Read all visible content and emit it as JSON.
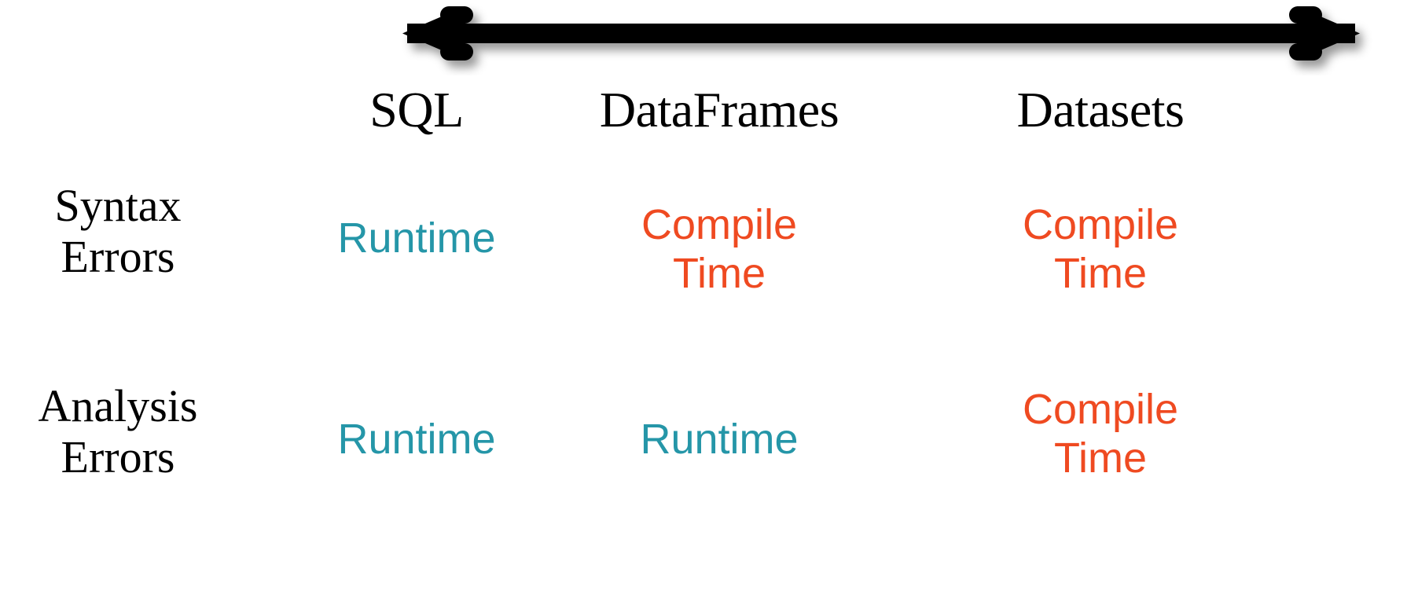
{
  "figure": {
    "type": "table",
    "arrow": {
      "name": "spectrum-double-arrow",
      "direction": "bidirectional",
      "color": "#000000"
    },
    "colors": {
      "runtime": "#2596A8",
      "compile_time": "#EF4A21",
      "text": "#000000",
      "background": "#FFFFFF"
    },
    "column_headers": [
      {
        "label": "SQL"
      },
      {
        "label": "DataFrames"
      },
      {
        "label": "Datasets"
      }
    ],
    "rows": [
      {
        "label_line1": "Syntax",
        "label_line2": "Errors",
        "cells": [
          {
            "text": "Runtime",
            "kind": "runtime"
          },
          {
            "text": "Compile\nTime",
            "kind": "compile"
          },
          {
            "text": "Compile\nTime",
            "kind": "compile"
          }
        ]
      },
      {
        "label_line1": "Analysis",
        "label_line2": "Errors",
        "cells": [
          {
            "text": "Runtime",
            "kind": "runtime"
          },
          {
            "text": "Runtime",
            "kind": "runtime"
          },
          {
            "text": "Compile\nTime",
            "kind": "compile"
          }
        ]
      }
    ]
  },
  "chart_data": {
    "type": "table",
    "title": "",
    "categories": [
      "SQL",
      "DataFrames",
      "Datasets"
    ],
    "row_categories": [
      "Syntax Errors",
      "Analysis Errors"
    ],
    "values": [
      [
        "Runtime",
        "Compile Time",
        "Compile Time"
      ],
      [
        "Runtime",
        "Runtime",
        "Compile Time"
      ]
    ],
    "legend": [
      "Runtime",
      "Compile Time"
    ],
    "annotations": [
      "bidirectional arrow spanning SQL through Datasets"
    ]
  }
}
